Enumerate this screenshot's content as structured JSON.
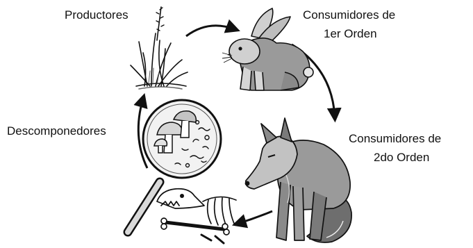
{
  "labels": {
    "producers": "Productores",
    "primary_line1": "Consumidores de",
    "primary_line2": "1er Orden",
    "secondary_line1": "Consumidores de",
    "secondary_line2": "2do Orden",
    "decomposers": "Descomponedores"
  },
  "illustrations": {
    "producers": "grass-plant-icon",
    "primary_consumer": "rabbit-icon",
    "secondary_consumer": "fox-icon",
    "decomposers": "magnifier-mushrooms-icon",
    "remains": "skeleton-icon"
  },
  "colors": {
    "ink": "#111111",
    "fill_light": "#d9d9d9",
    "fill_mid": "#9a9a9a",
    "fill_dark": "#6e6e6e",
    "background": "#ffffff"
  }
}
